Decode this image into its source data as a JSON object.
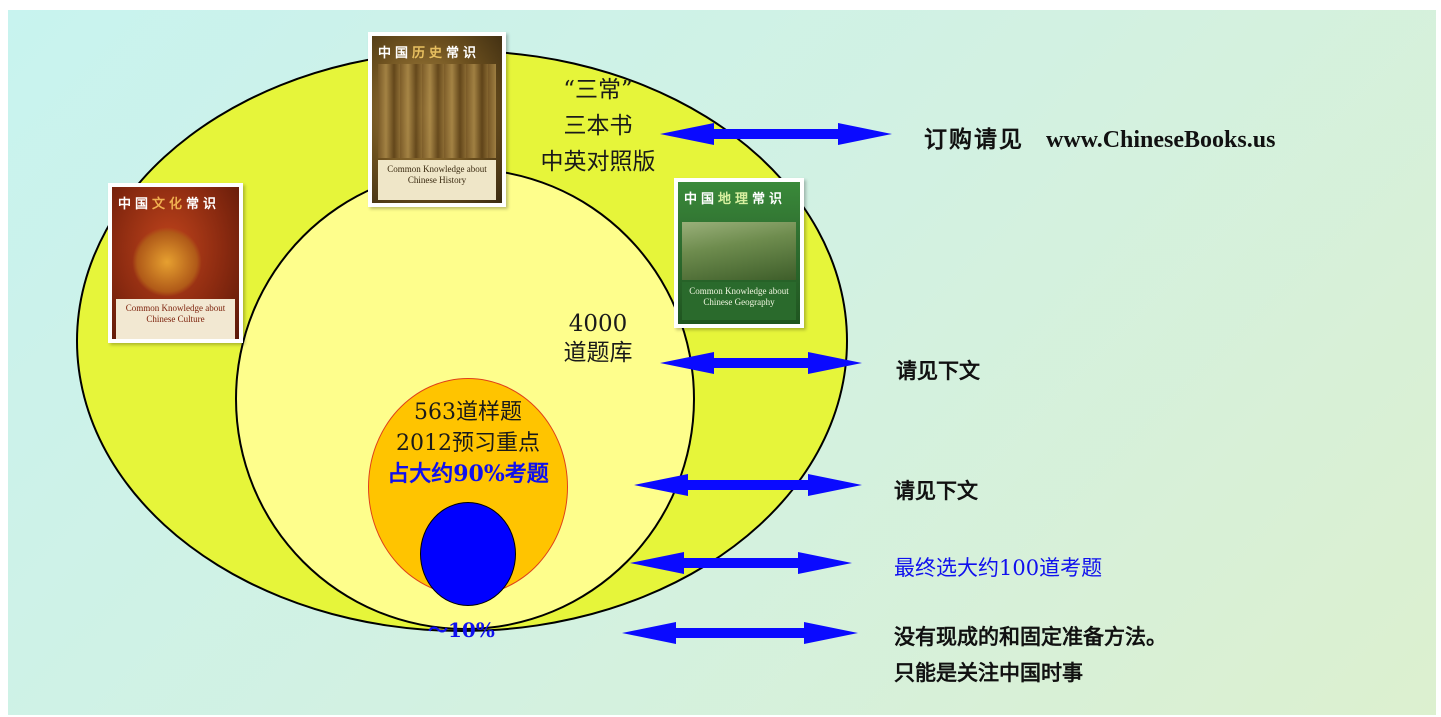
{
  "outer": {
    "line1": "“三常”",
    "line2": "三本书",
    "line3": "中英对照版"
  },
  "middle": {
    "line1": "4000",
    "line2": "道题库"
  },
  "inner": {
    "line1": "563道样题",
    "line2": "2012预习重点",
    "line3": "占大约90%考题"
  },
  "dot": {
    "label": "～10%"
  },
  "books": [
    {
      "title": "中国历史常识",
      "title_prefix": "中国",
      "title_suffix": "常识",
      "subtitle": "Common Knowledge about Chinese History"
    },
    {
      "title": "中国文化常识",
      "title_prefix": "中国",
      "title_suffix": "常识",
      "subtitle": "Common Knowledge about Chinese Culture"
    },
    {
      "title": "中国地理常识",
      "title_prefix": "中国",
      "title_suffix": "常识",
      "subtitle": "Common Knowledge about Chinese Geography"
    }
  ],
  "right": {
    "order_label": "订购请见",
    "order_url": "www.ChineseBooks.us",
    "see_below_1": "请见下文",
    "see_below_2": "请见下文",
    "final": "最终选大约100道考题",
    "note_line1": "没有现成的和固定准备方法。",
    "note_line2": "只能是关注中国时事"
  },
  "colors": {
    "outer_fill": "#e6f53a",
    "middle_fill": "#fefe8c",
    "inner_fill": "#ffc400",
    "inner_border": "#e0401a",
    "dot_fill": "#0000ff",
    "arrow": "#0a0aff",
    "blue_text": "#1010ee"
  }
}
